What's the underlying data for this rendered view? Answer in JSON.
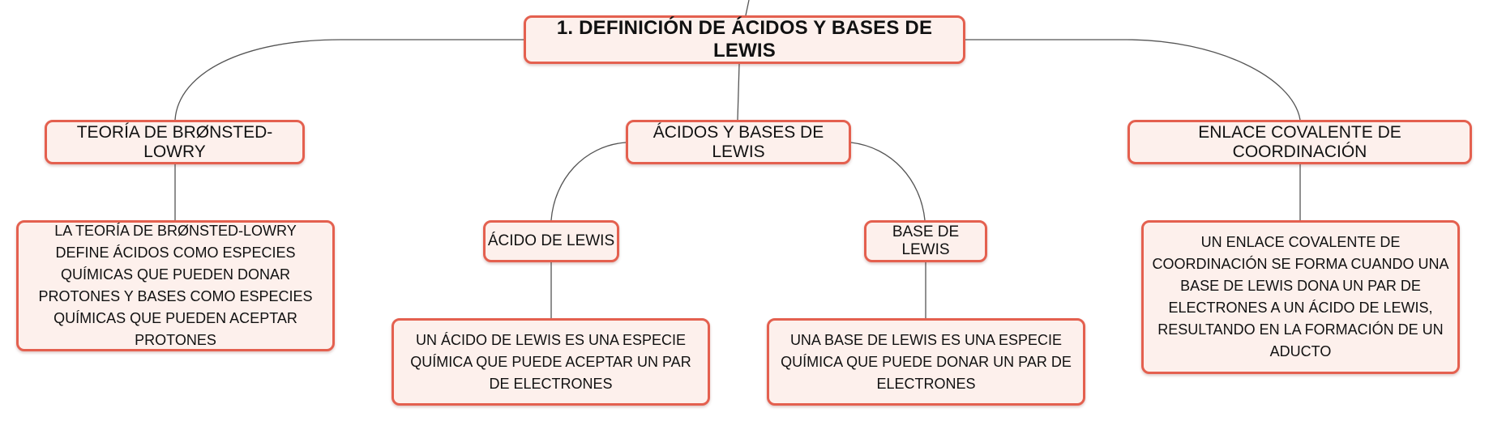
{
  "mindmap": {
    "root": "1. DEFINICIÓN DE ÁCIDOS Y BASES DE LEWIS",
    "bronsted": {
      "title": "TEORÍA DE BRØNSTED-LOWRY",
      "definition": "LA TEORÍA DE BRØNSTED-LOWRY DEFINE ÁCIDOS COMO ESPECIES QUÍMICAS QUE PUEDEN DONAR PROTONES Y BASES COMO ESPECIES QUÍMICAS QUE PUEDEN ACEPTAR PROTONES"
    },
    "lewis": {
      "title": "ÁCIDOS Y BASES DE LEWIS",
      "acid": {
        "title": "ÁCIDO DE LEWIS",
        "definition": "UN ÁCIDO DE LEWIS ES UNA ESPECIE QUÍMICA QUE PUEDE ACEPTAR UN PAR DE ELECTRONES"
      },
      "base": {
        "title": "BASE DE LEWIS",
        "definition": "UNA BASE DE LEWIS ES UNA ESPECIE QUÍMICA QUE PUEDE DONAR UN PAR DE ELECTRONES"
      }
    },
    "enlace": {
      "title": "ENLACE COVALENTE DE COORDINACIÓN",
      "definition": "UN ENLACE COVALENTE DE COORDINACIÓN SE FORMA CUANDO UNA BASE DE LEWIS DONA UN PAR DE ELECTRONES A UN ÁCIDO DE LEWIS, RESULTANDO EN LA FORMACIÓN DE UN ADUCTO"
    }
  },
  "colors": {
    "node_border": "#e4604f",
    "node_fill": "#fdf0ec",
    "connector": "#555555"
  }
}
